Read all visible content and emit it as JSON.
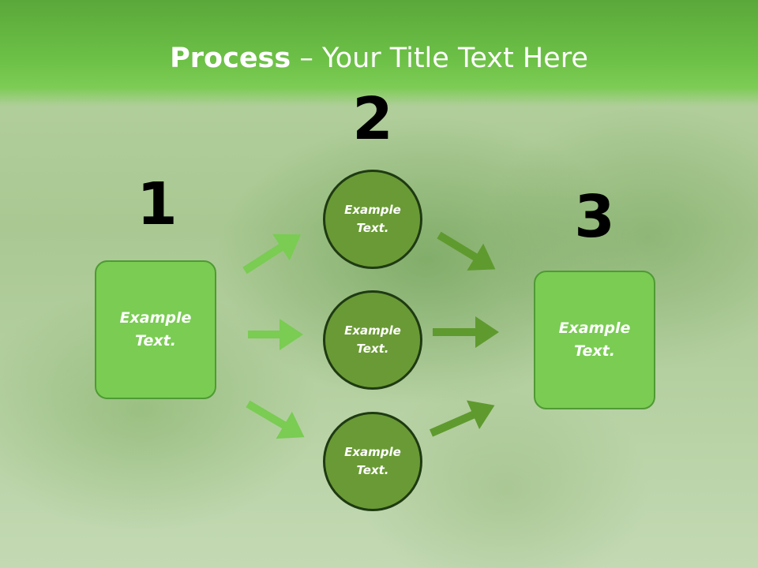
{
  "slide": {
    "title_bold": "Process",
    "title_rest": " – Your Title Text Here"
  },
  "steps": {
    "one": "1",
    "two": "2",
    "three": "3"
  },
  "nodes": {
    "left": {
      "line1": "Example",
      "line2": "Text."
    },
    "top": {
      "line1": "Example",
      "line2": "Text."
    },
    "middle": {
      "line1": "Example",
      "line2": "Text."
    },
    "bottom": {
      "line1": "Example",
      "line2": "Text."
    },
    "right": {
      "line1": "Example",
      "line2": "Text."
    }
  },
  "colors": {
    "header": "#6cc046",
    "box_fill": "#7acc53",
    "circle_fill": "#6a9a35",
    "arrow_light": "#7acc53",
    "arrow_dark": "#5f9a2e"
  }
}
